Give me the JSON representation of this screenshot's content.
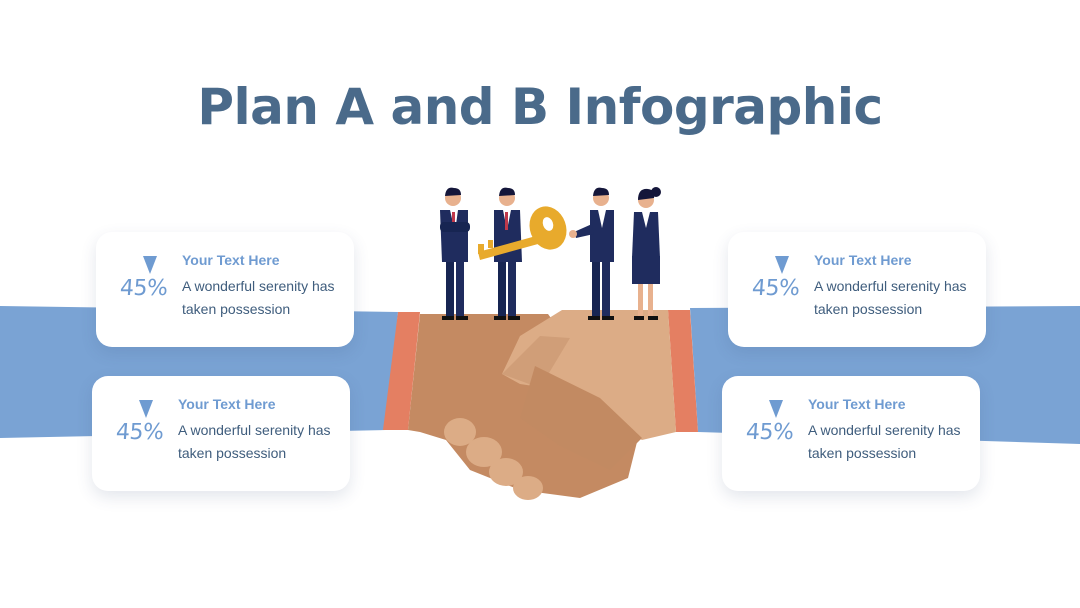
{
  "title": "Plan A and B Infographic",
  "colors": {
    "title": "#4a6a8a",
    "accent": "#6f9bd1",
    "sleeve": "#7aa3d4",
    "cuff": "#e47f62",
    "skin_dark": "#c48a62",
    "skin_light": "#dcac86",
    "suit": "#1f2c5e",
    "key": "#e8aa2c"
  },
  "cards": [
    {
      "percent": "45%",
      "heading": "Your Text Here",
      "body": "A wonderful serenity has taken possession"
    },
    {
      "percent": "45%",
      "heading": "Your Text Here",
      "body": "A wonderful serenity has taken possession"
    },
    {
      "percent": "45%",
      "heading": "Your Text Here",
      "body": "A wonderful serenity has taken possession"
    },
    {
      "percent": "45%",
      "heading": "Your Text Here",
      "body": "A wonderful serenity has taken possession"
    }
  ]
}
